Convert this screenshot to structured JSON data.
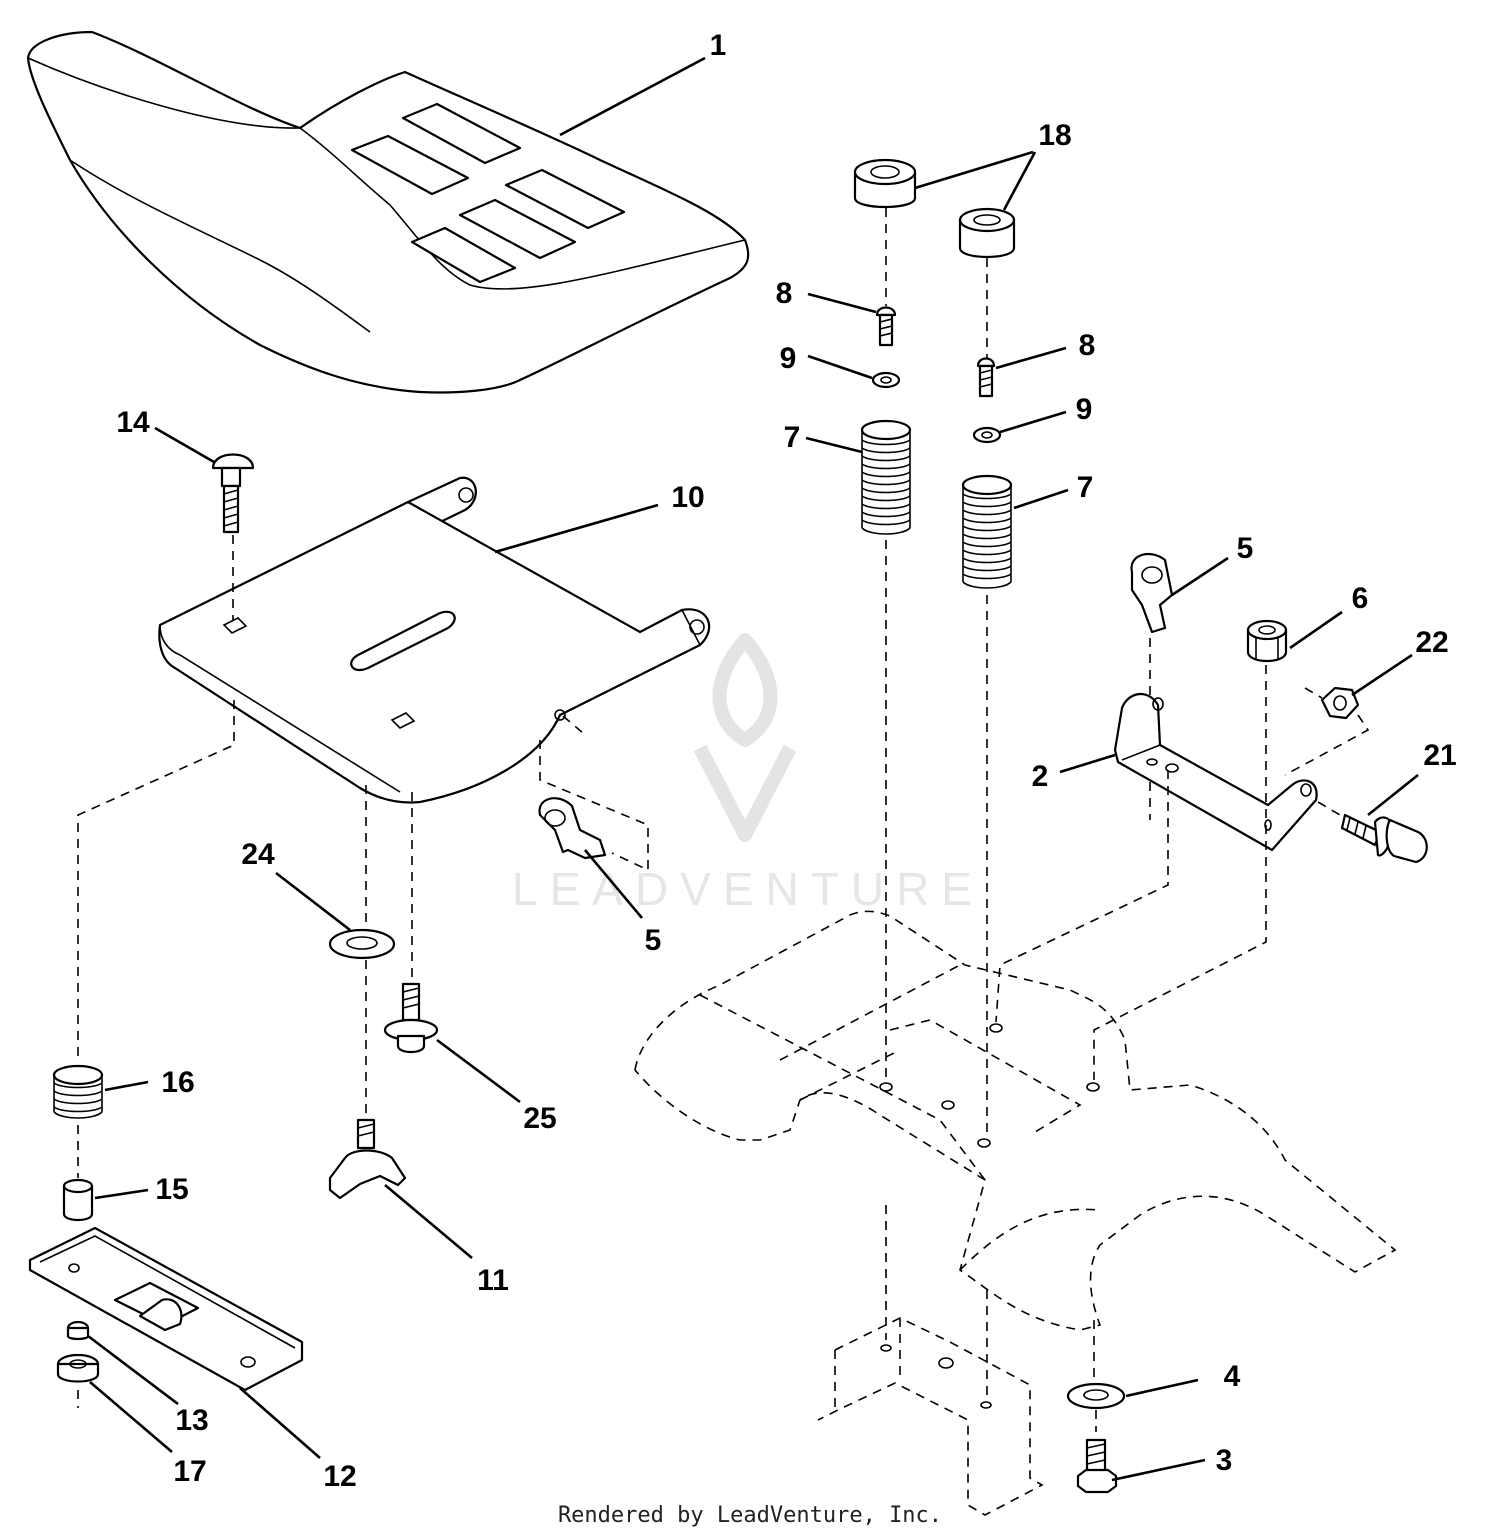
{
  "diagram": {
    "watermark_text": "LEADVENTURE",
    "footer_text": "Rendered by LeadVenture, Inc.",
    "callouts": {
      "p1": "1",
      "p18": "18",
      "p8a": "8",
      "p8b": "8",
      "p9a": "9",
      "p9b": "9",
      "p7a": "7",
      "p7b": "7",
      "p14": "14",
      "p10": "10",
      "p5a": "5",
      "p5b": "5",
      "p6": "6",
      "p22": "22",
      "p2": "2",
      "p21": "21",
      "p24": "24",
      "p16": "16",
      "p25": "25",
      "p15": "15",
      "p11": "11",
      "p13": "13",
      "p12": "12",
      "p17": "17",
      "p4": "4",
      "p3": "3"
    }
  }
}
